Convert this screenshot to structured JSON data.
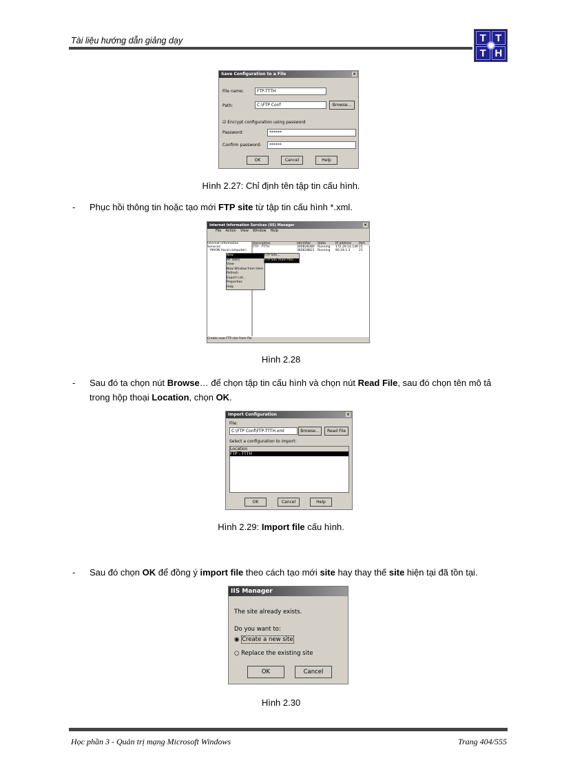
{
  "header": {
    "title": "Tài liệu hướng dẫn giảng dạy",
    "logo_letters": [
      "T",
      "T",
      "T",
      "H"
    ]
  },
  "fig227": {
    "title": "Save Configuration to a File",
    "file_name_label": "File name:",
    "file_name": "FTP-TTTH",
    "path_label": "Path:",
    "path": "C:\\FTP Conf",
    "browse": "Browse...",
    "encrypt_label": "Encrypt configuration using password",
    "password_label": "Password:",
    "password": "******",
    "confirm_label": "Confirm password:",
    "confirm": "******",
    "ok": "OK",
    "cancel": "Cancel",
    "help": "Help",
    "caption": "Hình 2.27: Chỉ định tên tập tin cấu hình."
  },
  "para1": {
    "dash": "-",
    "pre": "Phục hồi thông tin hoặc tạo mới ",
    "b1": "FTP site",
    "post": " từ tập tin cấu hình *.xml."
  },
  "fig228": {
    "title": "Internet Information Services (IIS) Manager",
    "menu": [
      "File",
      "Action",
      "View",
      "Window",
      "Help"
    ],
    "tree": [
      "Internet Information Services",
      "MHON (local computer)"
    ],
    "columns": [
      "Description",
      "Identifier",
      "State",
      "IP address",
      "Port"
    ],
    "rows": [
      [
        "FTP - TTTH",
        "300828380",
        "Running",
        "172.29.14.149",
        "21"
      ],
      [
        "",
        "380828821",
        "Running",
        "80.18.1.3",
        "21"
      ]
    ],
    "context_menu": [
      "New",
      "All Tasks",
      "View",
      "New Window from Here",
      "Refresh",
      "Export List...",
      "Properties",
      "Help"
    ],
    "submenu": [
      "FTP Site...",
      "FTP Site (from file)..."
    ],
    "status": "Create new FTP site from file",
    "caption": "Hình 2.28"
  },
  "para2": {
    "dash": "-",
    "t1": "Sau đó ta chọn nút ",
    "b1": "Browse",
    "t2": "… để chọn tập tin cấu hình và chọn nút ",
    "b2": "Read File",
    "t3": ", sau đó chọn tên mô tả trong hộp thoại ",
    "b3": "Location",
    "t4": ", chọn ",
    "b4": "OK",
    "t5": "."
  },
  "fig229": {
    "title": "Import Configuration",
    "file_label": "File:",
    "file": "C:\\FTP Conf\\FTP-TTTH.xml",
    "browse": "Browse...",
    "read_file": "Read File",
    "select_label": "Select a configuration to import:",
    "column": "Location",
    "item": "FTP - TTTH",
    "ok": "OK",
    "cancel": "Cancel",
    "help": "Help",
    "caption_pre": "Hình 2.29: ",
    "caption_bold": "Import file",
    "caption_post": " cấu hình."
  },
  "para3": {
    "dash": "-",
    "t1": "Sau đó chọn ",
    "b1": "OK",
    "t2": " để đồng ý ",
    "b2": "import file",
    "t3": " theo cách tạo mới ",
    "b3": "site",
    "t4": " hay thay thế ",
    "b4": "site",
    "t5": " hiện tại đã tồn tại."
  },
  "fig230": {
    "title": "IIS Manager",
    "msg": "The site already exists.",
    "question": "Do you want to:",
    "opt1": "Create a new site",
    "opt2": "Replace the existing site",
    "selected": "opt1",
    "ok": "OK",
    "cancel": "Cancel",
    "caption": "Hình 2.30"
  },
  "footer": {
    "left": "Học phần 3 - Quản trị mạng Microsoft Windows",
    "right": "Trang 404/555"
  }
}
